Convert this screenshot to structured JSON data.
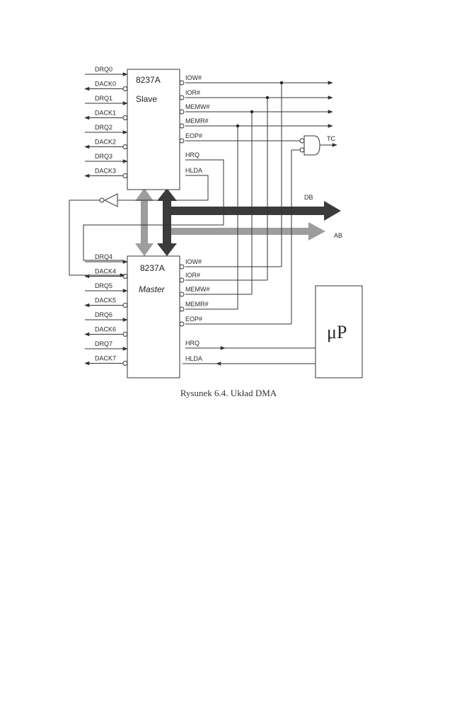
{
  "figure": {
    "caption": "Rysunek 6.4. Układ DMA",
    "slave": {
      "part": "8237A",
      "role": "Slave",
      "left_pins": [
        "DRQ0",
        "DACK0",
        "DRQ1",
        "DACK1",
        "DRQ2",
        "DACK2",
        "DRQ3",
        "DACK3"
      ],
      "right_pins": [
        "IOW#",
        "IOR#",
        "MEMW#",
        "MEMR#",
        "EOP#",
        "HRQ",
        "HLDA"
      ]
    },
    "master": {
      "part": "8237A",
      "role": "Master",
      "left_pins": [
        "DRQ4",
        "DACK4",
        "DRQ5",
        "DACK5",
        "DRQ6",
        "DACK6",
        "DRQ7",
        "DACK7"
      ],
      "right_pins": [
        "IOW#",
        "IOR#",
        "MEMW#",
        "MEMR#",
        "EOP#",
        "HRQ",
        "HLDA"
      ]
    },
    "buses": {
      "data": "DB",
      "address": "AB"
    },
    "tc_label": "TC",
    "cpu_label": "μP"
  }
}
